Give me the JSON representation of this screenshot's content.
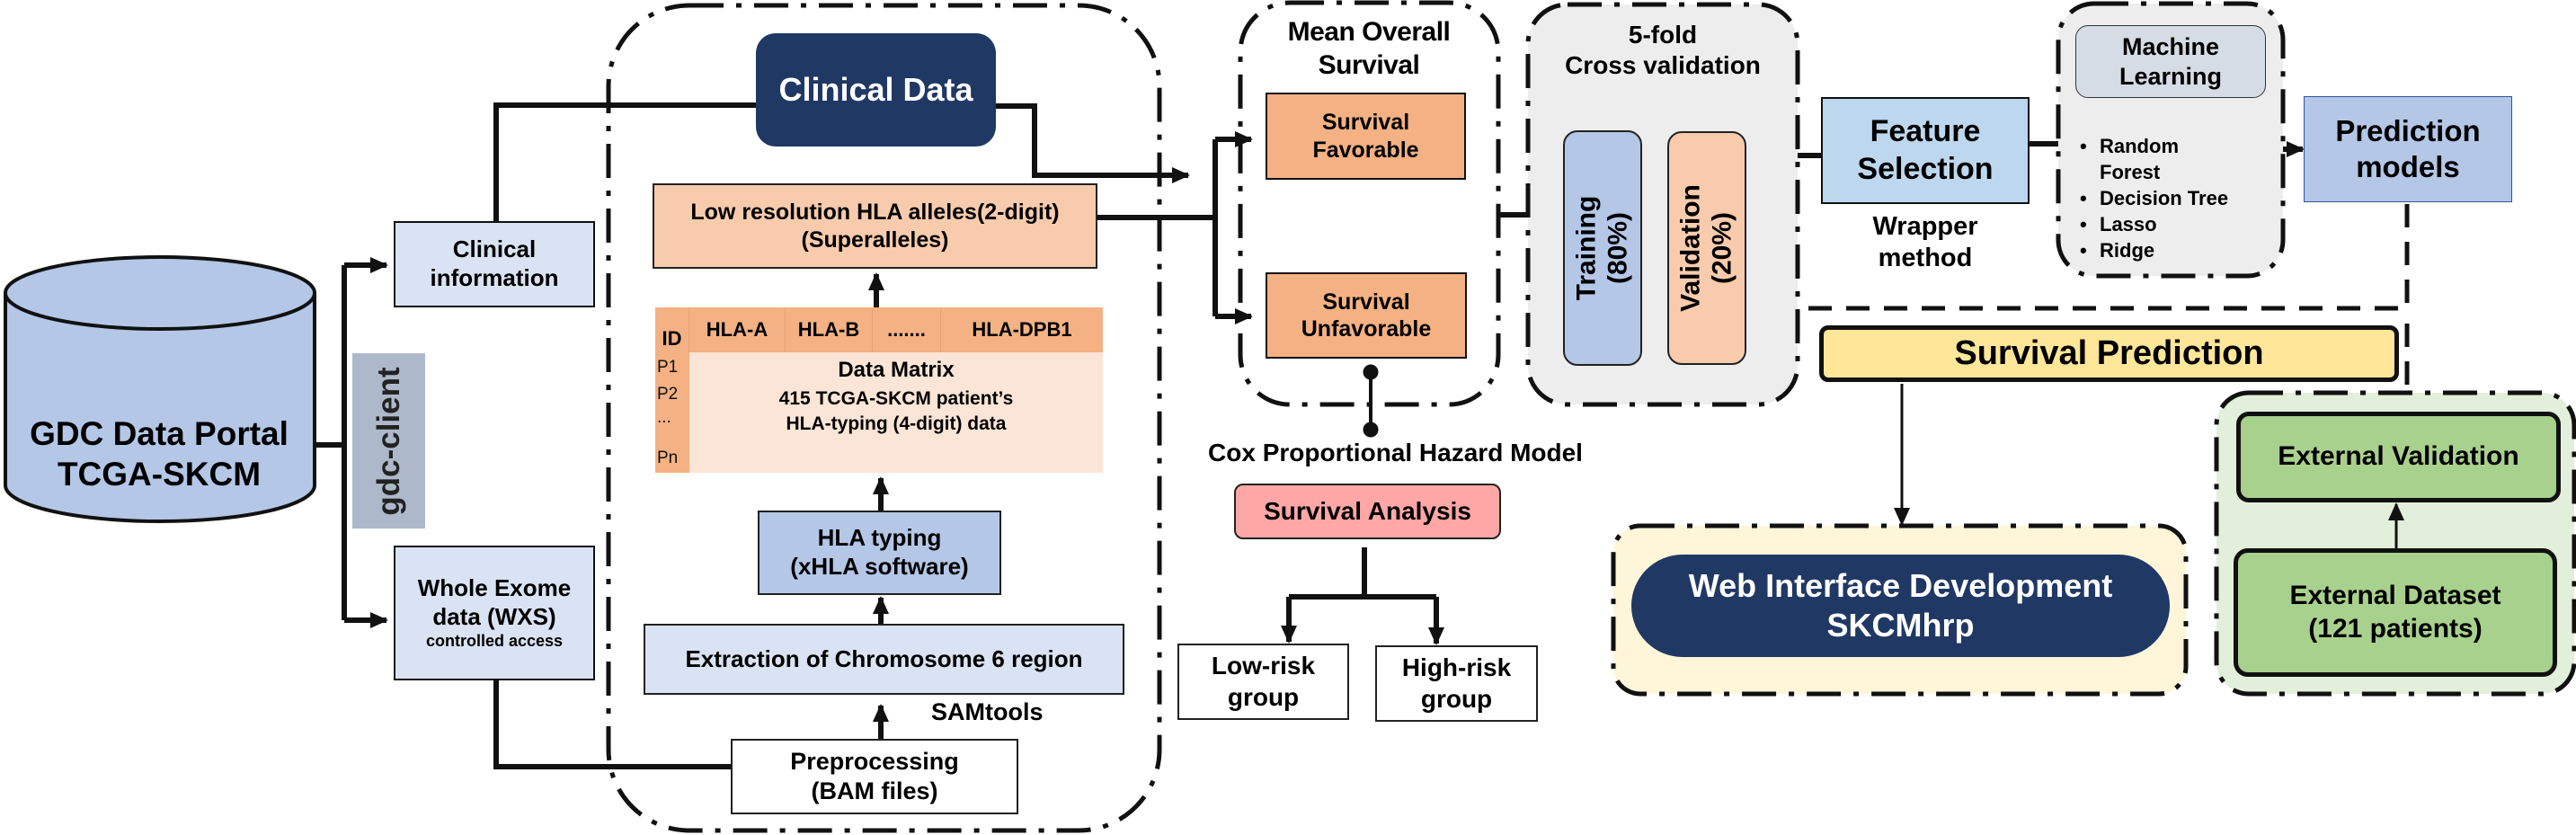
{
  "source": {
    "title_line1": "GDC Data Portal",
    "title_line2": "TCGA-SKCM",
    "download_tool": "gdc-client"
  },
  "inputs": {
    "clinical_info_line1": "Clinical",
    "clinical_info_line2": "information",
    "wxs_line1": "Whole Exome",
    "wxs_line2": "data (WXS)",
    "wxs_note": "controlled access"
  },
  "pipeline": {
    "clinical_data": "Clinical Data",
    "low_res_line1": "Low resolution HLA alleles(2-digit)",
    "low_res_line2": "(Superalleles)",
    "matrix": {
      "id_header": "ID",
      "columns": [
        "HLA-A",
        "HLA-B",
        ".......",
        "HLA-DPB1"
      ],
      "rows": [
        "P1",
        "P2",
        "...",
        "Pn"
      ],
      "title": "Data Matrix",
      "line1": "415 TCGA-SKCM patient’s",
      "line2": "HLA-typing (4-digit) data"
    },
    "hla_typing_line1": "HLA typing",
    "hla_typing_line2": "(xHLA software)",
    "extraction": "Extraction of Chromosome 6 region",
    "samtools": "SAMtools",
    "preproc_line1": "Preprocessing",
    "preproc_line2": "(BAM files)"
  },
  "survival": {
    "title_line1": "Mean Overall",
    "title_line2": "Survival",
    "favorable_line1": "Survival",
    "favorable_line2": "Favorable",
    "unfavorable_line1": "Survival",
    "unfavorable_line2": "Unfavorable",
    "cox_model": "Cox Proportional Hazard Model",
    "analysis": "Survival Analysis",
    "low_risk_line1": "Low-risk",
    "low_risk_line2": "group",
    "high_risk_line1": "High-risk",
    "high_risk_line2": "group"
  },
  "cross_validation": {
    "title_line1": "5-fold",
    "title_line2": "Cross validation",
    "training_line1": "Training",
    "training_line2": "(80%)",
    "validation_line1": "Validation",
    "validation_line2": "(20%)"
  },
  "feature_selection": {
    "line1": "Feature",
    "line2": "Selection",
    "method_line1": "Wrapper",
    "method_line2": "method"
  },
  "machine_learning": {
    "title_line1": "Machine",
    "title_line2": "Learning",
    "models": [
      "Random Forest",
      "Decision Tree",
      "Lasso",
      "Ridge"
    ]
  },
  "prediction_models": {
    "line1": "Prediction",
    "line2": "models"
  },
  "survival_prediction": "Survival Prediction",
  "web_interface": {
    "line1": "Web Interface Development",
    "line2": "SKCMhrp"
  },
  "external": {
    "validation": "External Validation",
    "dataset_line1": "External Dataset",
    "dataset_line2": "(121 patients)"
  },
  "colors": {
    "navy": "#203864",
    "orange": "#f4b183",
    "peach": "#f8cbad",
    "light_blue": "#dae3f3",
    "blue": "#b4c7e7",
    "yellow": "#ffe699",
    "green": "#a9d18e",
    "pink": "#ffa7a7"
  }
}
